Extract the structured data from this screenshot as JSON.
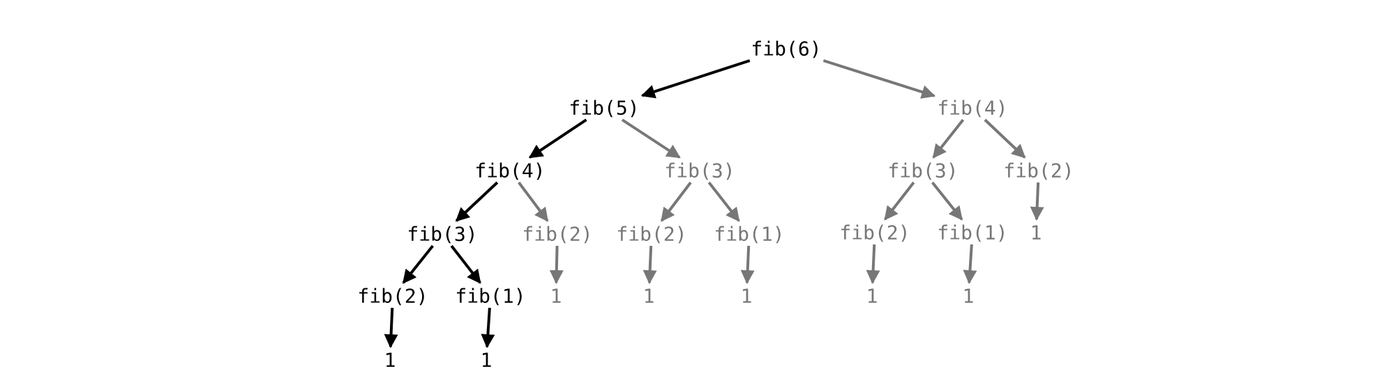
{
  "diagram": {
    "type": "tree",
    "colors": {
      "active": "#000000",
      "inactive": "#777777"
    },
    "nodes": [
      {
        "id": "n1",
        "label": "fib(6)",
        "state": "active"
      },
      {
        "id": "n2",
        "label": "fib(5)",
        "state": "active"
      },
      {
        "id": "n3",
        "label": "fib(4)",
        "state": "inactive"
      },
      {
        "id": "n4",
        "label": "fib(4)",
        "state": "active"
      },
      {
        "id": "n5",
        "label": "fib(3)",
        "state": "inactive"
      },
      {
        "id": "n6",
        "label": "fib(3)",
        "state": "inactive"
      },
      {
        "id": "n7",
        "label": "fib(2)",
        "state": "inactive"
      },
      {
        "id": "n8",
        "label": "fib(3)",
        "state": "active"
      },
      {
        "id": "n9",
        "label": "fib(2)",
        "state": "inactive"
      },
      {
        "id": "n10",
        "label": "fib(2)",
        "state": "inactive"
      },
      {
        "id": "n11",
        "label": "fib(1)",
        "state": "inactive"
      },
      {
        "id": "n12",
        "label": "fib(2)",
        "state": "inactive"
      },
      {
        "id": "n13",
        "label": "fib(1)",
        "state": "inactive"
      },
      {
        "id": "n14",
        "label": "1",
        "state": "inactive"
      },
      {
        "id": "n15",
        "label": "fib(2)",
        "state": "active"
      },
      {
        "id": "n16",
        "label": "fib(1)",
        "state": "active"
      },
      {
        "id": "n17",
        "label": "1",
        "state": "inactive"
      },
      {
        "id": "n18",
        "label": "1",
        "state": "inactive"
      },
      {
        "id": "n19",
        "label": "1",
        "state": "inactive"
      },
      {
        "id": "n20",
        "label": "1",
        "state": "inactive"
      },
      {
        "id": "n21",
        "label": "1",
        "state": "inactive"
      },
      {
        "id": "n22",
        "label": "1",
        "state": "active"
      },
      {
        "id": "n23",
        "label": "1",
        "state": "active"
      }
    ],
    "edges": [
      {
        "from": "n1",
        "to": "n2",
        "state": "active"
      },
      {
        "from": "n1",
        "to": "n3",
        "state": "inactive"
      },
      {
        "from": "n2",
        "to": "n4",
        "state": "active"
      },
      {
        "from": "n2",
        "to": "n5",
        "state": "inactive"
      },
      {
        "from": "n3",
        "to": "n6",
        "state": "inactive"
      },
      {
        "from": "n3",
        "to": "n7",
        "state": "inactive"
      },
      {
        "from": "n4",
        "to": "n8",
        "state": "active"
      },
      {
        "from": "n4",
        "to": "n9",
        "state": "inactive"
      },
      {
        "from": "n5",
        "to": "n10",
        "state": "inactive"
      },
      {
        "from": "n5",
        "to": "n11",
        "state": "inactive"
      },
      {
        "from": "n6",
        "to": "n12",
        "state": "inactive"
      },
      {
        "from": "n6",
        "to": "n13",
        "state": "inactive"
      },
      {
        "from": "n7",
        "to": "n14",
        "state": "inactive"
      },
      {
        "from": "n8",
        "to": "n15",
        "state": "active"
      },
      {
        "from": "n8",
        "to": "n16",
        "state": "active"
      },
      {
        "from": "n9",
        "to": "n17",
        "state": "inactive"
      },
      {
        "from": "n10",
        "to": "n18",
        "state": "inactive"
      },
      {
        "from": "n11",
        "to": "n19",
        "state": "inactive"
      },
      {
        "from": "n12",
        "to": "n20",
        "state": "inactive"
      },
      {
        "from": "n13",
        "to": "n21",
        "state": "inactive"
      },
      {
        "from": "n15",
        "to": "n22",
        "state": "active"
      },
      {
        "from": "n16",
        "to": "n23",
        "state": "active"
      }
    ]
  }
}
